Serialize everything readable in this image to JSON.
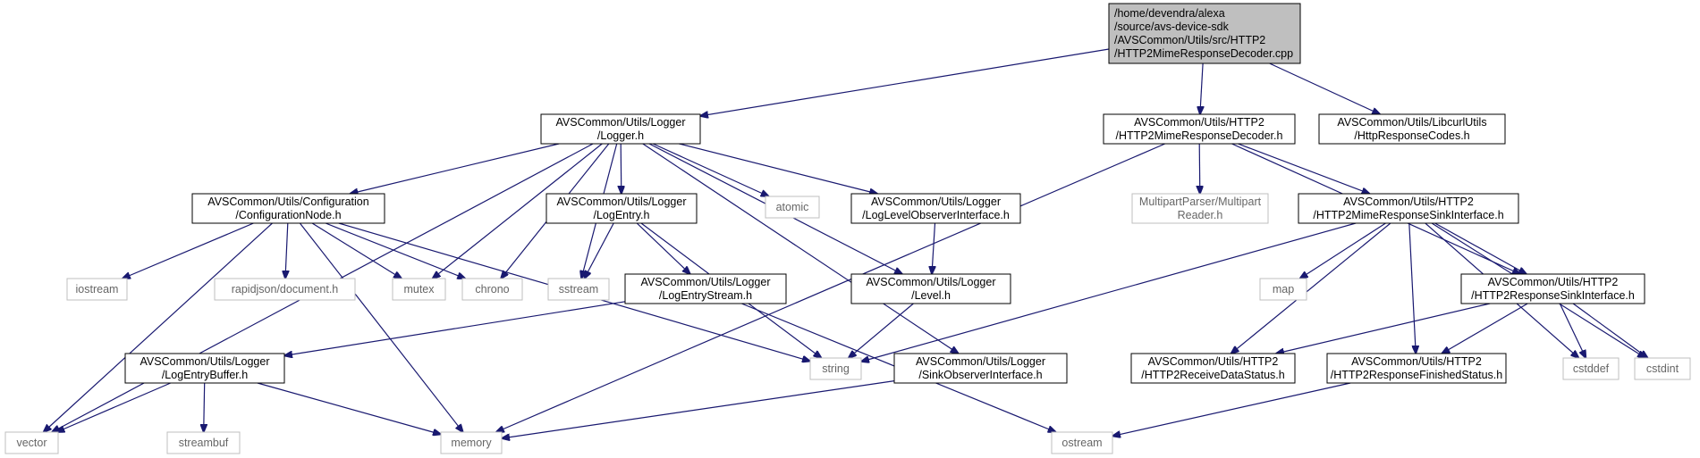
{
  "colors": {
    "edge": "#191970",
    "root_fill": "#bfbfbf",
    "box_stroke": "#000000",
    "system_stroke": "#bfbfbf",
    "text_main": "#000000",
    "text_system": "#666666"
  },
  "nodes": [
    {
      "id": "root",
      "lines": [
        "/home/devendra/alexa",
        "/source/avs-device-sdk",
        "/AVSCommon/Utils/src/HTTP2",
        "/HTTP2MimeResponseDecoder.cpp"
      ],
      "kind": "root"
    },
    {
      "id": "logger",
      "lines": [
        "AVSCommon/Utils/Logger",
        "/Logger.h"
      ],
      "kind": "file"
    },
    {
      "id": "mimedecoder_h",
      "lines": [
        "AVSCommon/Utils/HTTP2",
        "/HTTP2MimeResponseDecoder.h"
      ],
      "kind": "file"
    },
    {
      "id": "httpcodes",
      "lines": [
        "AVSCommon/Utils/LibcurlUtils",
        "/HttpResponseCodes.h"
      ],
      "kind": "file"
    },
    {
      "id": "confignode",
      "lines": [
        "AVSCommon/Utils/Configuration",
        "/ConfigurationNode.h"
      ],
      "kind": "file"
    },
    {
      "id": "logentry",
      "lines": [
        "AVSCommon/Utils/Logger",
        "/LogEntry.h"
      ],
      "kind": "file"
    },
    {
      "id": "atomic",
      "lines": [
        "atomic"
      ],
      "kind": "system"
    },
    {
      "id": "loglevelobs",
      "lines": [
        "AVSCommon/Utils/Logger",
        "/LogLevelObserverInterface.h"
      ],
      "kind": "file"
    },
    {
      "id": "multipart",
      "lines": [
        "MultipartParser/Multipart",
        "Reader.h"
      ],
      "kind": "system"
    },
    {
      "id": "mimesink",
      "lines": [
        "AVSCommon/Utils/HTTP2",
        "/HTTP2MimeResponseSinkInterface.h"
      ],
      "kind": "file"
    },
    {
      "id": "iostream",
      "lines": [
        "iostream"
      ],
      "kind": "system"
    },
    {
      "id": "rapidjson",
      "lines": [
        "rapidjson/document.h"
      ],
      "kind": "system"
    },
    {
      "id": "mutex",
      "lines": [
        "mutex"
      ],
      "kind": "system"
    },
    {
      "id": "chrono",
      "lines": [
        "chrono"
      ],
      "kind": "system"
    },
    {
      "id": "sstream",
      "lines": [
        "sstream"
      ],
      "kind": "system"
    },
    {
      "id": "logentrystream",
      "lines": [
        "AVSCommon/Utils/Logger",
        "/LogEntryStream.h"
      ],
      "kind": "file"
    },
    {
      "id": "level",
      "lines": [
        "AVSCommon/Utils/Logger",
        "/Level.h"
      ],
      "kind": "file"
    },
    {
      "id": "map",
      "lines": [
        "map"
      ],
      "kind": "system"
    },
    {
      "id": "respsink",
      "lines": [
        "AVSCommon/Utils/HTTP2",
        "/HTTP2ResponseSinkInterface.h"
      ],
      "kind": "file"
    },
    {
      "id": "logentrybuffer",
      "lines": [
        "AVSCommon/Utils/Logger",
        "/LogEntryBuffer.h"
      ],
      "kind": "file"
    },
    {
      "id": "string",
      "lines": [
        "string"
      ],
      "kind": "system"
    },
    {
      "id": "sinkobs",
      "lines": [
        "AVSCommon/Utils/Logger",
        "/SinkObserverInterface.h"
      ],
      "kind": "file"
    },
    {
      "id": "recvstatus",
      "lines": [
        "AVSCommon/Utils/HTTP2",
        "/HTTP2ReceiveDataStatus.h"
      ],
      "kind": "file"
    },
    {
      "id": "finishedstatus",
      "lines": [
        "AVSCommon/Utils/HTTP2",
        "/HTTP2ResponseFinishedStatus.h"
      ],
      "kind": "file"
    },
    {
      "id": "cstddef",
      "lines": [
        "cstddef"
      ],
      "kind": "system"
    },
    {
      "id": "cstdint",
      "lines": [
        "cstdint"
      ],
      "kind": "system"
    },
    {
      "id": "vector",
      "lines": [
        "vector"
      ],
      "kind": "system"
    },
    {
      "id": "streambuf",
      "lines": [
        "streambuf"
      ],
      "kind": "system"
    },
    {
      "id": "memory",
      "lines": [
        "memory"
      ],
      "kind": "system"
    },
    {
      "id": "ostream",
      "lines": [
        "ostream"
      ],
      "kind": "system"
    }
  ],
  "edges": [
    [
      "root",
      "logger"
    ],
    [
      "root",
      "mimedecoder_h"
    ],
    [
      "root",
      "httpcodes"
    ],
    [
      "logger",
      "confignode"
    ],
    [
      "logger",
      "logentry"
    ],
    [
      "logger",
      "atomic"
    ],
    [
      "logger",
      "loglevelobs"
    ],
    [
      "logger",
      "vector"
    ],
    [
      "logger",
      "mutex"
    ],
    [
      "logger",
      "chrono"
    ],
    [
      "logger",
      "sstream"
    ],
    [
      "logger",
      "level"
    ],
    [
      "logger",
      "sinkobs"
    ],
    [
      "mimedecoder_h",
      "multipart"
    ],
    [
      "mimedecoder_h",
      "mimesink"
    ],
    [
      "mimedecoder_h",
      "respsink"
    ],
    [
      "mimedecoder_h",
      "memory"
    ],
    [
      "confignode",
      "iostream"
    ],
    [
      "confignode",
      "rapidjson"
    ],
    [
      "confignode",
      "mutex"
    ],
    [
      "confignode",
      "chrono"
    ],
    [
      "confignode",
      "vector"
    ],
    [
      "confignode",
      "memory"
    ],
    [
      "confignode",
      "string"
    ],
    [
      "logentry",
      "sstream"
    ],
    [
      "logentry",
      "logentrystream"
    ],
    [
      "logentry",
      "string"
    ],
    [
      "loglevelobs",
      "level"
    ],
    [
      "mimesink",
      "string"
    ],
    [
      "mimesink",
      "map"
    ],
    [
      "mimesink",
      "respsink"
    ],
    [
      "mimesink",
      "recvstatus"
    ],
    [
      "mimesink",
      "finishedstatus"
    ],
    [
      "mimesink",
      "cstddef"
    ],
    [
      "mimesink",
      "cstdint"
    ],
    [
      "logentrystream",
      "logentrybuffer"
    ],
    [
      "logentrystream",
      "ostream"
    ],
    [
      "level",
      "string"
    ],
    [
      "respsink",
      "recvstatus"
    ],
    [
      "respsink",
      "finishedstatus"
    ],
    [
      "respsink",
      "cstddef"
    ],
    [
      "respsink",
      "cstdint"
    ],
    [
      "logentrybuffer",
      "vector"
    ],
    [
      "logentrybuffer",
      "streambuf"
    ],
    [
      "logentrybuffer",
      "memory"
    ],
    [
      "sinkobs",
      "memory"
    ],
    [
      "finishedstatus",
      "ostream"
    ]
  ]
}
